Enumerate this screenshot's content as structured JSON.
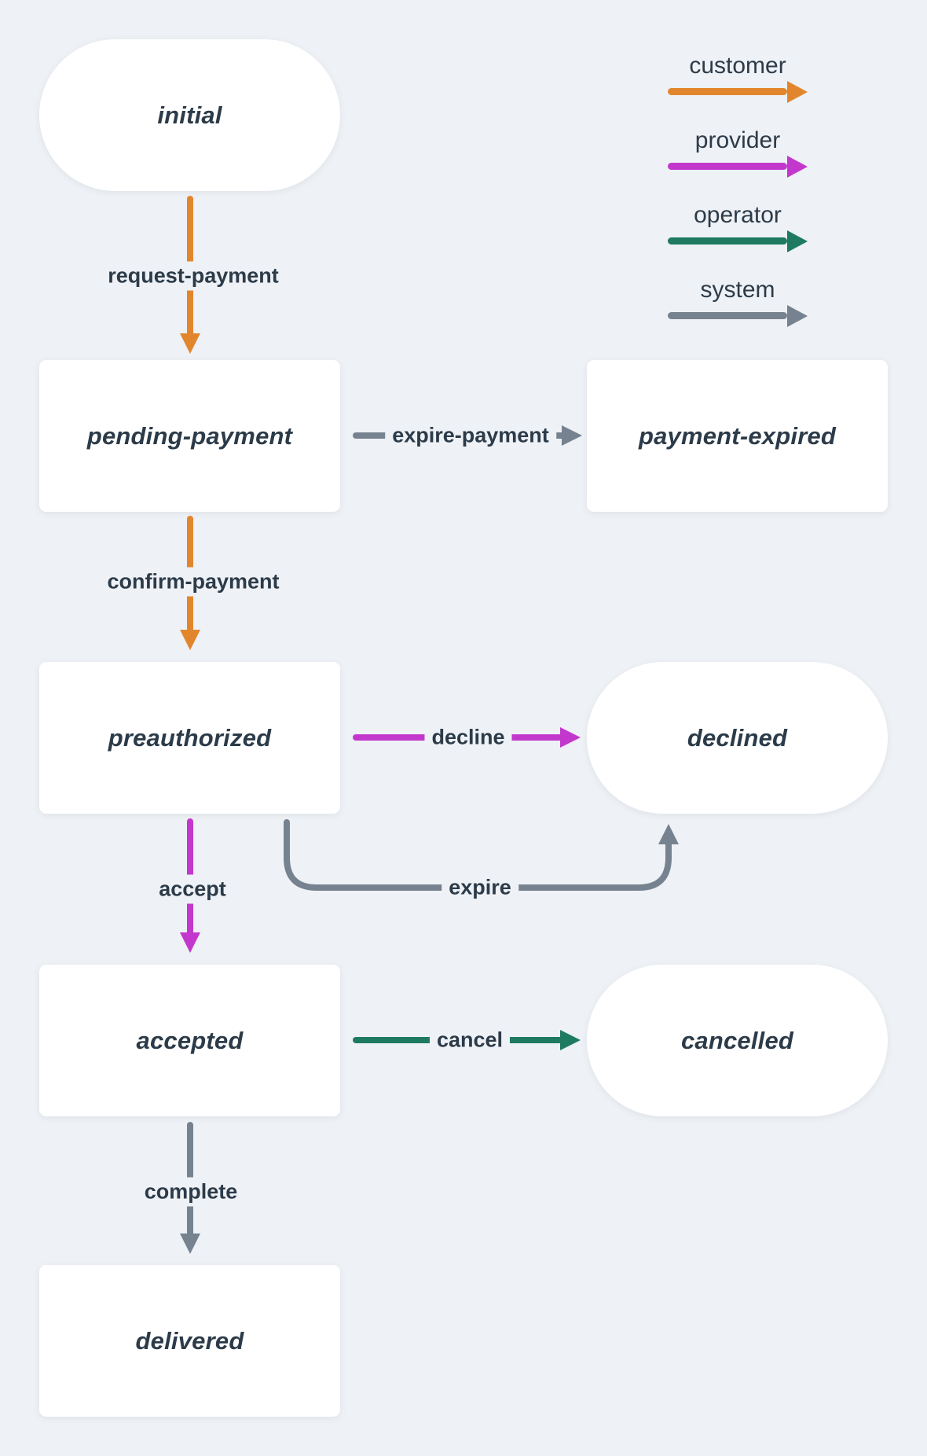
{
  "legend": {
    "items": [
      {
        "label": "customer",
        "color": "#E2862E"
      },
      {
        "label": "provider",
        "color": "#C238CC"
      },
      {
        "label": "operator",
        "color": "#1E7A60"
      },
      {
        "label": "system",
        "color": "#76828F"
      }
    ]
  },
  "nodes": [
    {
      "id": "initial",
      "label": "initial",
      "shape": "stadium"
    },
    {
      "id": "pending-payment",
      "label": "pending-payment",
      "shape": "rect"
    },
    {
      "id": "payment-expired",
      "label": "payment-expired",
      "shape": "rect"
    },
    {
      "id": "preauthorized",
      "label": "preauthorized",
      "shape": "rect"
    },
    {
      "id": "declined",
      "label": "declined",
      "shape": "stadium"
    },
    {
      "id": "accepted",
      "label": "accepted",
      "shape": "rect"
    },
    {
      "id": "cancelled",
      "label": "cancelled",
      "shape": "stadium"
    },
    {
      "id": "delivered",
      "label": "delivered",
      "shape": "rect"
    }
  ],
  "edges": [
    {
      "label": "request-payment",
      "from": "initial",
      "to": "pending-payment",
      "actor": "customer"
    },
    {
      "label": "expire-payment",
      "from": "pending-payment",
      "to": "payment-expired",
      "actor": "system"
    },
    {
      "label": "confirm-payment",
      "from": "pending-payment",
      "to": "preauthorized",
      "actor": "customer"
    },
    {
      "label": "decline",
      "from": "preauthorized",
      "to": "declined",
      "actor": "provider"
    },
    {
      "label": "accept",
      "from": "preauthorized",
      "to": "accepted",
      "actor": "provider"
    },
    {
      "label": "expire",
      "from": "preauthorized",
      "to": "declined",
      "actor": "system"
    },
    {
      "label": "cancel",
      "from": "accepted",
      "to": "cancelled",
      "actor": "operator"
    },
    {
      "label": "complete",
      "from": "accepted",
      "to": "delivered",
      "actor": "system"
    }
  ],
  "colors": {
    "background": "#EEF1F5",
    "node_fill": "#FFFFFF",
    "text": "#2C3B49",
    "customer": "#E2862E",
    "provider": "#C238CC",
    "operator": "#1E7A60",
    "system": "#76828F"
  }
}
